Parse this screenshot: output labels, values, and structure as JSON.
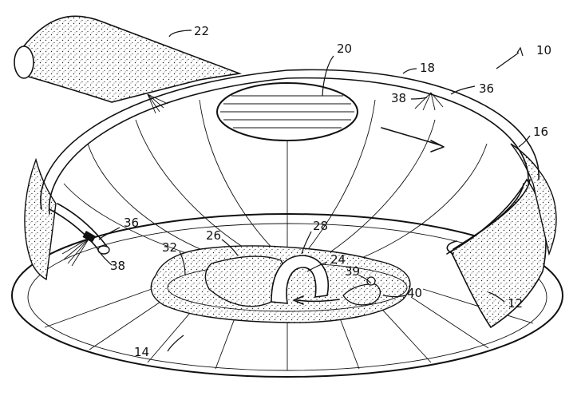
{
  "figure": {
    "title": "",
    "labels": {
      "l10": "10",
      "l12": "12",
      "l14": "14",
      "l16": "16",
      "l18": "18",
      "l20": "20",
      "l22": "22",
      "l24": "24",
      "l26": "26",
      "l28": "28",
      "l32": "32",
      "l36a": "36",
      "l36b": "36",
      "l38a": "38",
      "l38b": "38",
      "l39": "39",
      "l40": "40"
    }
  },
  "colors": {
    "ink": "#111111",
    "paper": "#ffffff"
  }
}
